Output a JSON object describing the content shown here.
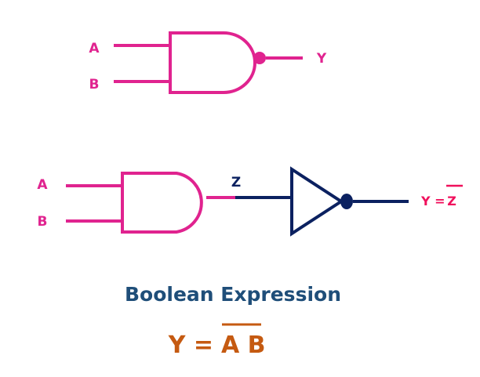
{
  "nand_gate": {
    "input_a": "A",
    "input_b": "B",
    "output": "Y"
  },
  "and_not_circuit": {
    "input_a": "A",
    "input_b": "B",
    "intermediate": "Z",
    "output_prefix": "Y =",
    "output_var": "Z"
  },
  "expression": {
    "title": "Boolean Expression",
    "lhs": "Y =",
    "rhs": "A B"
  },
  "colors": {
    "gate": "#E0238F",
    "inverter": "#0B2160",
    "output_label": "#F0105C",
    "title": "#1F4E79",
    "expression": "#C55A11"
  }
}
